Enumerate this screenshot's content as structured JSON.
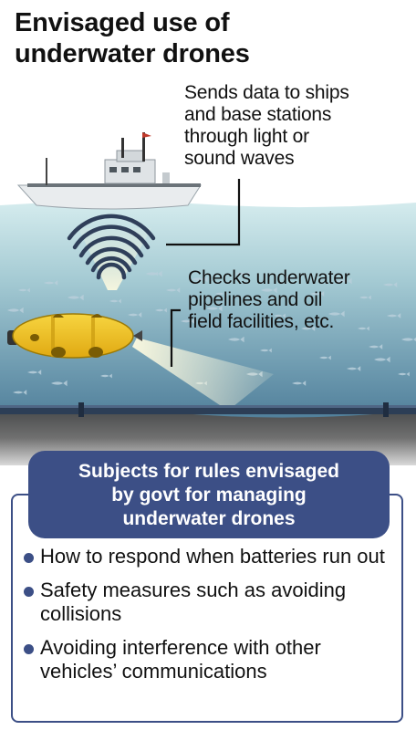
{
  "title": {
    "line1": "Envisaged use of",
    "line2": "underwater drones"
  },
  "callouts": {
    "ship": [
      "Sends data to ships",
      "and base stations",
      "through light or",
      "sound waves"
    ],
    "drone": [
      "Checks underwater",
      "pipelines and oil",
      "field facilities, etc."
    ]
  },
  "rules": {
    "heading": [
      "Subjects for rules envisaged",
      "by govt for managing",
      "underwater drones"
    ],
    "items": [
      "How to respond when batteries run out",
      "Safety measures such as avoiding collisions",
      "Avoiding interference with other vehicles’ communications"
    ]
  },
  "colors": {
    "sea_top": "#c7e3e6",
    "sea_bottom": "#4d7f9a",
    "seabed": "#3f4142",
    "drone": "#f2c21b",
    "panel": "#3c4f86",
    "fish": "#b9cfdb"
  }
}
